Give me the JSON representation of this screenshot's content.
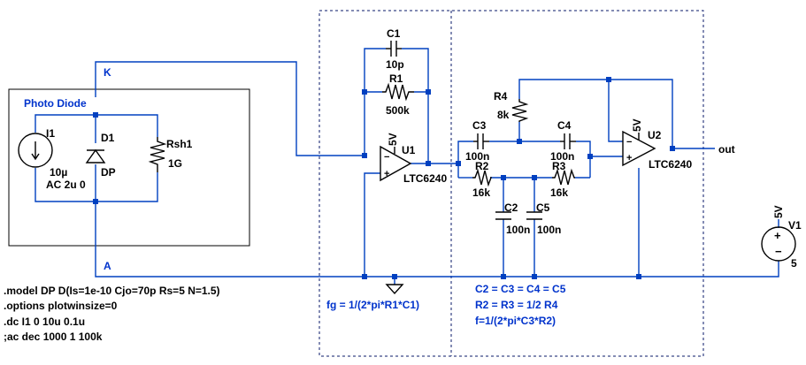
{
  "photodiode_box": {
    "title": "Photo Diode"
  },
  "nets": {
    "k": "K",
    "a": "A",
    "out": "out",
    "five": "5"
  },
  "components": {
    "i1": {
      "name": "I1",
      "value": "10µ",
      "ac": "AC 2u 0"
    },
    "d1": {
      "name": "D1",
      "model": "DP"
    },
    "rsh1": {
      "name": "Rsh1",
      "value": "1G"
    },
    "c1": {
      "name": "C1",
      "value": "10p"
    },
    "r1": {
      "name": "R1",
      "value": "500k"
    },
    "u1": {
      "name": "U1",
      "part": "LTC6240",
      "supply": "5V"
    },
    "u2": {
      "name": "U2",
      "part": "LTC6240",
      "supply": "5V"
    },
    "r4": {
      "name": "R4",
      "value": "8k"
    },
    "c3": {
      "name": "C3",
      "value": "100n"
    },
    "c4": {
      "name": "C4",
      "value": "100n"
    },
    "r2": {
      "name": "R2",
      "value": "16k"
    },
    "r3": {
      "name": "R3",
      "value": "16k"
    },
    "c2": {
      "name": "C2",
      "value": "100n"
    },
    "c5": {
      "name": "C5",
      "value": "100n"
    },
    "v1": {
      "name": "V1",
      "supply": "5V"
    }
  },
  "directives": [
    ".model DP D(Is=1e-10 Cjo=70p Rs=5 N=1.5)",
    ".options plotwinsize=0",
    ".dc I1 0 10u 0.1u",
    ";ac dec 1000 1 100k"
  ],
  "notes": {
    "fg": "fg = 1/(2*pi*R1*C1)",
    "caps": "C2 = C3 = C4 = C5",
    "res": "R2 = R3 = 1/2 R4",
    "f": "f=1/(2*pi*C3*R2)"
  }
}
